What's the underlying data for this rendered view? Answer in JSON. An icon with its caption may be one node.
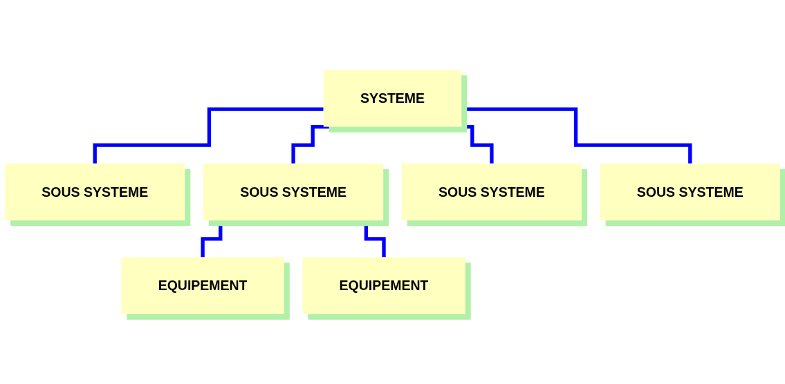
{
  "diagram": {
    "nodes": [
      {
        "text": [
          "SYSTEME"
        ]
      },
      {
        "text": [
          "SOUS SYSTEME"
        ]
      },
      {
        "text": [
          "SOUS SYSTEME"
        ]
      },
      {
        "text": [
          "SOUS SYSTEME"
        ]
      },
      {
        "text": [
          "SOUS SYSTEME"
        ]
      },
      {
        "text": [
          "EQUIPEMENT"
        ]
      },
      {
        "text": [
          "EQUIPEMENT"
        ]
      }
    ],
    "edges": [
      {
        "from": 0,
        "to": 1,
        "arrow": "none"
      },
      {
        "from": 0,
        "to": 2,
        "arrow": "none"
      },
      {
        "from": 0,
        "to": 3,
        "arrow": "none"
      },
      {
        "from": 0,
        "to": 4,
        "arrow": "none"
      },
      {
        "from": 2,
        "to": 5,
        "arrow": "none"
      },
      {
        "from": 2,
        "to": 6,
        "arrow": "none"
      }
    ]
  }
}
